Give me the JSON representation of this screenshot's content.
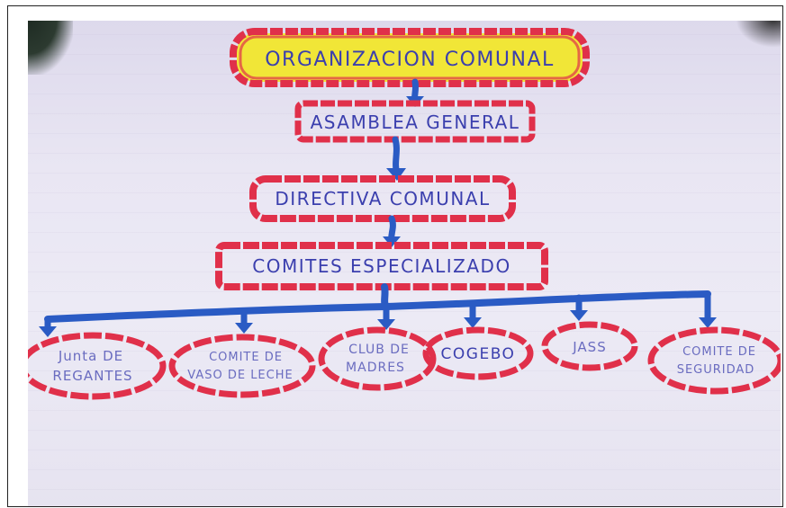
{
  "nodes": {
    "root": "ORGANIZACION COMUNAL",
    "level1": "ASAMBLEA GENERAL",
    "level2": "DIRECTIVA COMUNAL",
    "level3": "COMITES ESPECIALIZADO",
    "committees": [
      {
        "line1": "Junta DE",
        "line2": "REGANTES"
      },
      {
        "line1": "COMITE DE",
        "line2": "VASO DE LECHE"
      },
      {
        "line1": "CLUB DE",
        "line2": "MADRES"
      },
      {
        "line1": "COGEBO",
        "line2": ""
      },
      {
        "line1": "JASS",
        "line2": ""
      },
      {
        "line1": "COMITE DE",
        "line2": "SEGURIDAD"
      }
    ]
  },
  "colors": {
    "outline": "#e0304a",
    "highlight": "#f1e637",
    "connector": "#2a5bc4",
    "text": "#3b3fae"
  }
}
